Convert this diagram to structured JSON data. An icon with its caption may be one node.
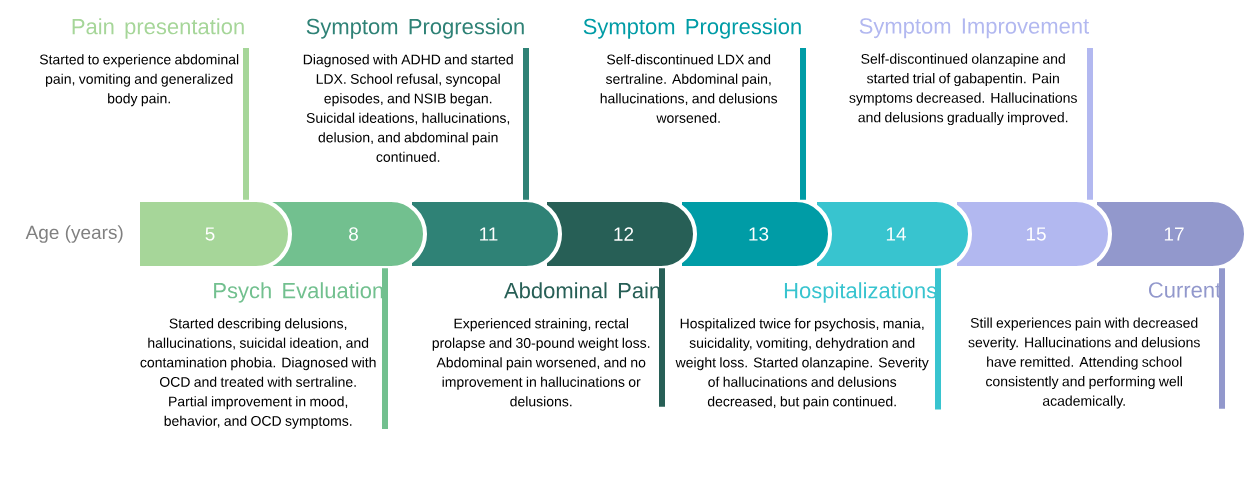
{
  "diagram": {
    "nodes": [
      {
        "text": [
          "5"
        ]
      },
      {
        "text": [
          "8"
        ]
      },
      {
        "text": [
          "11"
        ]
      },
      {
        "text": [
          "12"
        ]
      },
      {
        "text": [
          "13"
        ]
      },
      {
        "text": [
          "14"
        ]
      },
      {
        "text": [
          "15"
        ]
      },
      {
        "text": [
          "17"
        ]
      },
      {
        "text": [
          "Pain presentation",
          "Started to experience abdominal pain, vomiting and generalized body pain."
        ]
      },
      {
        "text": [
          "Symptom Progression",
          "Diagnosed with ADHD and started LDX. School refusal, syncopal episodes, and NSIB began. Suicidal ideations, hallucinations, delusion, and abdominal pain continued."
        ]
      },
      {
        "text": [
          "Symptom Progression",
          "Self-discontinued LDX and sertraline. Abdominal pain, hallucinations, and delusions worsened."
        ]
      },
      {
        "text": [
          "Symptom Improvement",
          "Self-discontinued olanzapine and started trial of gabapentin. Pain symptoms decreased. Hallucinations and delusions gradually improved."
        ]
      },
      {
        "text": [
          "Psych Evaluation",
          "Started describing delusions, hallucinations, suicidal ideation, and contamination phobia. Diagnosed with OCD and treated with sertraline. Partial improvement in mood, behavior, and OCD symptoms."
        ]
      },
      {
        "text": [
          "Abdominal Pain",
          "Experienced straining, rectal prolapse and 30-pound weight loss. Abdominal pain worsened, and no improvement in hallucinations or delusions."
        ]
      },
      {
        "text": [
          "Hospitalizations",
          "Hospitalized twice for psychosis, mania, suicidality, vomiting, dehydration and weight loss. Started olanzapine. Severity of hallucinations and delusions decreased, but pain continued."
        ]
      },
      {
        "text": [
          "Current",
          "Still experiences pain with decreased severity. Hallucinations and delusions have remitted. Attending school consistently and performing well academically."
        ]
      }
    ],
    "edges": [
      {
        "from": 8,
        "to": 0,
        "arrow": "none",
        "color": "#a6d699"
      },
      {
        "from": 9,
        "to": 2,
        "arrow": "none",
        "color": "#2f8276"
      },
      {
        "from": 10,
        "to": 4,
        "arrow": "none",
        "color": "#009ca6"
      },
      {
        "from": 11,
        "to": 6,
        "arrow": "none",
        "color": "#b2b8f0"
      },
      {
        "from": 12,
        "to": 1,
        "arrow": "none",
        "color": "#72c08f"
      },
      {
        "from": 13,
        "to": 3,
        "arrow": "none",
        "color": "#275f56"
      },
      {
        "from": 14,
        "to": 5,
        "arrow": "none",
        "color": "#38c4cf"
      },
      {
        "from": 15,
        "to": 7,
        "arrow": "none",
        "color": "#9298cc"
      }
    ],
    "labels": [
      "Age (years)"
    ]
  }
}
